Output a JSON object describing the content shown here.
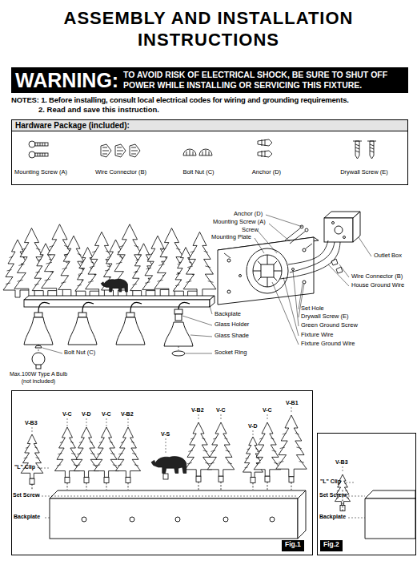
{
  "diagram": {
    "title": "ASSEMBLY AND INSTALLATION INSTRUCTIONS",
    "nodes": [
      {
        "text": [
          "WARNING:",
          "TO AVOID RISK OF ELECTRICAL SHOCK, BE SURE TO SHUT OFF POWER WHILE INSTALLING OR SERVICING THIS FIXTURE."
        ]
      },
      {
        "text": [
          "Hardware Package (included):",
          "Mounting Screw (A)",
          "Wire Connector (B)",
          "Bolt Nut (C)",
          "Anchor (D)",
          "Drywall Screw (E)"
        ]
      },
      {
        "text": [
          "Fig.1"
        ]
      },
      {
        "text": [
          "Fig.2"
        ]
      }
    ],
    "labels": [
      "NOTES: 1. Before installing, consult local electrical codes for wiring and grounding requirements.",
      "2. Read and save this instruction.",
      "Anchor (D)",
      "Mounting Screw (A)",
      "Screw",
      "Mounting Plate",
      "Outlet Box",
      "Wire Connector (B)",
      "House Ground Wire",
      "Set Hole",
      "Drywall Screw (E)",
      "Green Ground Screw",
      "Fixture Wire",
      "Fixture Ground Wire",
      "Backplate",
      "Glass Holder",
      "Glass Shade",
      "Socket Ring",
      "Bolt Nut (C)",
      "Max.100W Type A Bulb (not included)",
      "V-B3",
      "V-C",
      "V-D",
      "V-C",
      "V-B2",
      "V-S",
      "V-B2",
      "V-C",
      "V-D",
      "V-C",
      "V-B1",
      "\"L\" Clip",
      "Set Screw",
      "Backplate",
      "V-B3",
      "\"L\" Clip",
      "Set Screw",
      "Backplate"
    ]
  }
}
